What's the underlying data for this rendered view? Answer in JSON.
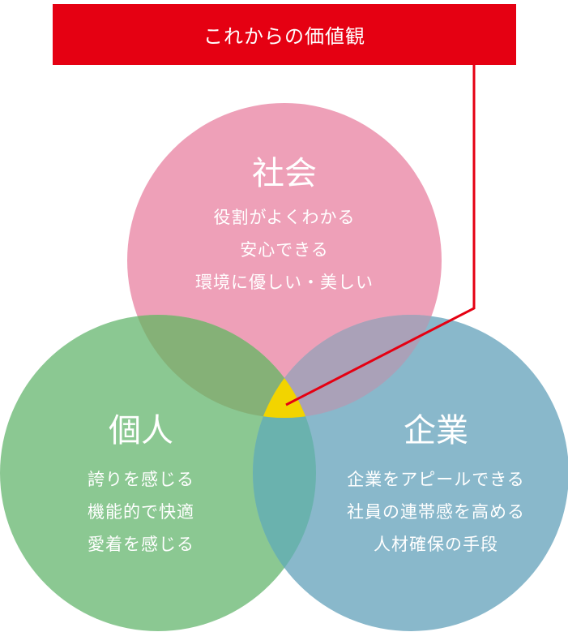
{
  "banner": "これからの価値観",
  "society": {
    "title": "社会",
    "lines": [
      "役割がよくわかる",
      "安心できる",
      "環境に優しい・美しい"
    ]
  },
  "individual": {
    "title": "個人",
    "lines": [
      "誇りを感じる",
      "機能的で快適",
      "愛着を感じる"
    ]
  },
  "company": {
    "title": "企業",
    "lines": [
      "企業をアピールできる",
      "社員の連帯感を高める",
      "人材確保の手段"
    ]
  },
  "colors": {
    "society": "#eea0b8",
    "individual": "#8bc892",
    "company": "#89b8cb",
    "society_individual": "#85b177",
    "society_company": "#aaa1b8",
    "individual_company": "#6ab2ae",
    "center": "#f2d400",
    "accent": "#e50012"
  }
}
